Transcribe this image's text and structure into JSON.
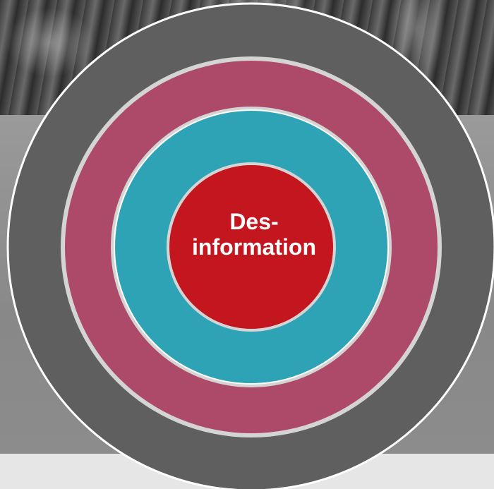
{
  "diagram": {
    "center_label": {
      "line1": "Des-",
      "line2": "information"
    },
    "rings": [
      {
        "name": "outer-ring",
        "color": "#5f5f5f"
      },
      {
        "name": "second-ring",
        "color": "#ae4a69"
      },
      {
        "name": "third-ring",
        "color": "#2ea3b5"
      },
      {
        "name": "center-circle",
        "color": "#c4161e"
      }
    ],
    "ring_border_color": "#ffffff",
    "gap_color": "#d4d4d4"
  }
}
